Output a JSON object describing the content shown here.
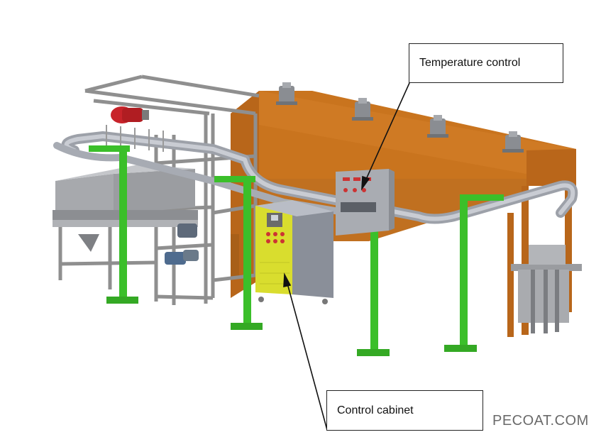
{
  "labels": {
    "temperature_control": "Temperature control",
    "control_cabinet": "Control cabinet"
  },
  "watermark": "PECOAT.COM",
  "colors": {
    "oven": "#c9741e",
    "oven_side": "#a85f18",
    "frame_green": "#3bbf2a",
    "cabinet_yellow": "#d9dd2e",
    "frame_gray": "#8f8f8f",
    "rail_steel": "#b9bcc4"
  }
}
